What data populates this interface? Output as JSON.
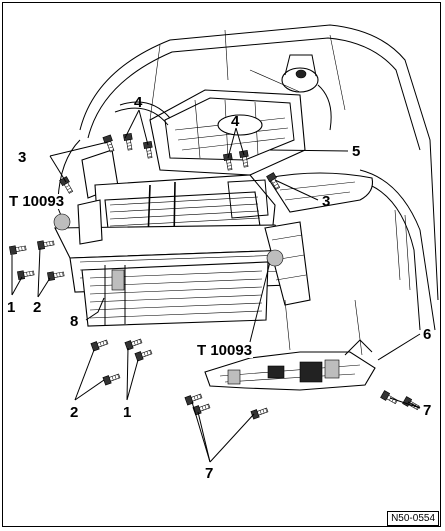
{
  "callouts": {
    "c1_left": "1",
    "c2_left": "2",
    "c3_left": "3",
    "c4_left": "4",
    "c4_right": "4",
    "c5": "5",
    "c3_right": "3",
    "c6": "6",
    "c7_right": "7",
    "c7_bottom": "7",
    "c8": "8",
    "c2_bottom": "2",
    "c1_bottom": "1"
  },
  "tools": {
    "tool_left": "T 10093",
    "tool_right": "T 10093"
  },
  "figure_id": "N50-0554"
}
